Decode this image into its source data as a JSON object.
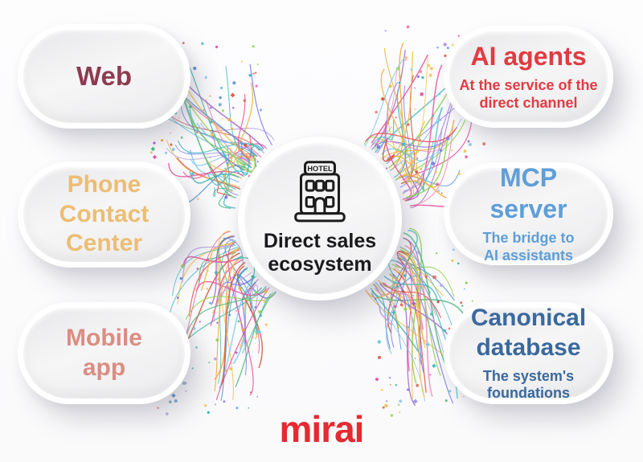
{
  "center": {
    "title": "Direct sales ecosystem",
    "title_color": "#1a1a1c",
    "icon": "hotel-building-icon",
    "hotel_sign_text": "HOTEL"
  },
  "left_cards": [
    {
      "id": "web",
      "label": "Web",
      "color": "#8e3b50"
    },
    {
      "id": "phone-contact-center",
      "label": "Phone Contact Center",
      "color": "#ecbd74"
    },
    {
      "id": "mobile-app",
      "label": "Mobile app",
      "color": "#db8d82"
    }
  ],
  "right_cards": [
    {
      "id": "ai-agents",
      "title": "AI agents",
      "subtitle": "At the service of the direct channel",
      "color": "#e23b42"
    },
    {
      "id": "mcp-server",
      "title": "MCP server",
      "subtitle": "The bridge to AI assistants",
      "color": "#5f9ed8"
    },
    {
      "id": "canonical-database",
      "title": "Canonical database",
      "subtitle": "The system's foundations",
      "color": "#3a699d"
    }
  ],
  "footer": {
    "logo_text": "mirai",
    "logo_color": "#e52a31"
  },
  "decor": {
    "palette": [
      "#f2a93b",
      "#f6c24a",
      "#e8554d",
      "#e84f9b",
      "#a05fc4",
      "#7a74e8",
      "#4f8fd6",
      "#45b8c8",
      "#35b5ab",
      "#4cb97e",
      "#8fd14f",
      "#b39ae0",
      "#f08bb1",
      "#7fc3ea",
      "#e9b93c",
      "#d4553f"
    ]
  }
}
